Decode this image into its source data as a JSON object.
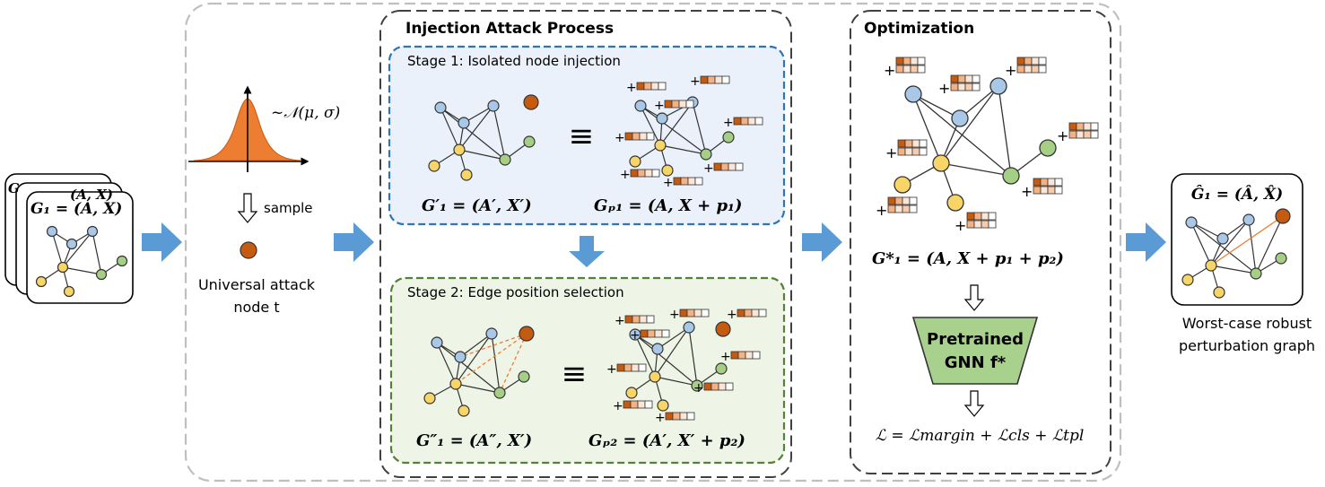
{
  "frames": {
    "injection_title": "Injection Attack Process",
    "optimization_title": "Optimization"
  },
  "input": {
    "stack_back_label": "G",
    "stack_mid_label": "(A, X)",
    "front_label": "G₁ = (A, X)"
  },
  "sampling": {
    "distribution_label": "~𝒩(μ, σ)",
    "sample_label": "sample",
    "node_caption_line1": "Universal attack",
    "node_caption_line2": "node t"
  },
  "stage1": {
    "title": "Stage 1: Isolated node injection",
    "left_formula": "G′₁ = (A′, X′)",
    "equiv": "≡",
    "right_formula": "Gₚ₁ = (A, X + p₁)"
  },
  "stage2": {
    "title": "Stage 2: Edge position selection",
    "left_formula": "G″₁ = (A″, X′)",
    "equiv": "≡",
    "right_formula": "Gₚ₂ = (A′, X′ + p₂)"
  },
  "optimization": {
    "graph_formula": "G*₁ = (A, X + p₁ + p₂)",
    "gnn_line1": "Pretrained",
    "gnn_line2": "GNN f*",
    "loss_formula": "ℒ = ℒmargin + ℒcls + ℒtpl"
  },
  "output": {
    "formula": "Ĝ₁ = (Â, X̂)",
    "caption_line1": "Worst-case robust",
    "caption_line2": "perturbation graph"
  },
  "plus_sign": "+",
  "colors": {
    "blue_node": "#a9c8e8",
    "yellow_node": "#f8d568",
    "green_node": "#a6cf86",
    "attack_node": "#c55a11",
    "arrow_blue": "#5b9bd5",
    "stage1_fill": "#eaf1fa",
    "stage1_border": "#2e75b6",
    "stage2_fill": "#eef5e6",
    "stage2_border": "#548235",
    "gaussian": "#ed7d31",
    "gnn_fill": "#a9d18e",
    "dashed_outer": "#bfbfbf",
    "dashed_inner": "#404040"
  }
}
